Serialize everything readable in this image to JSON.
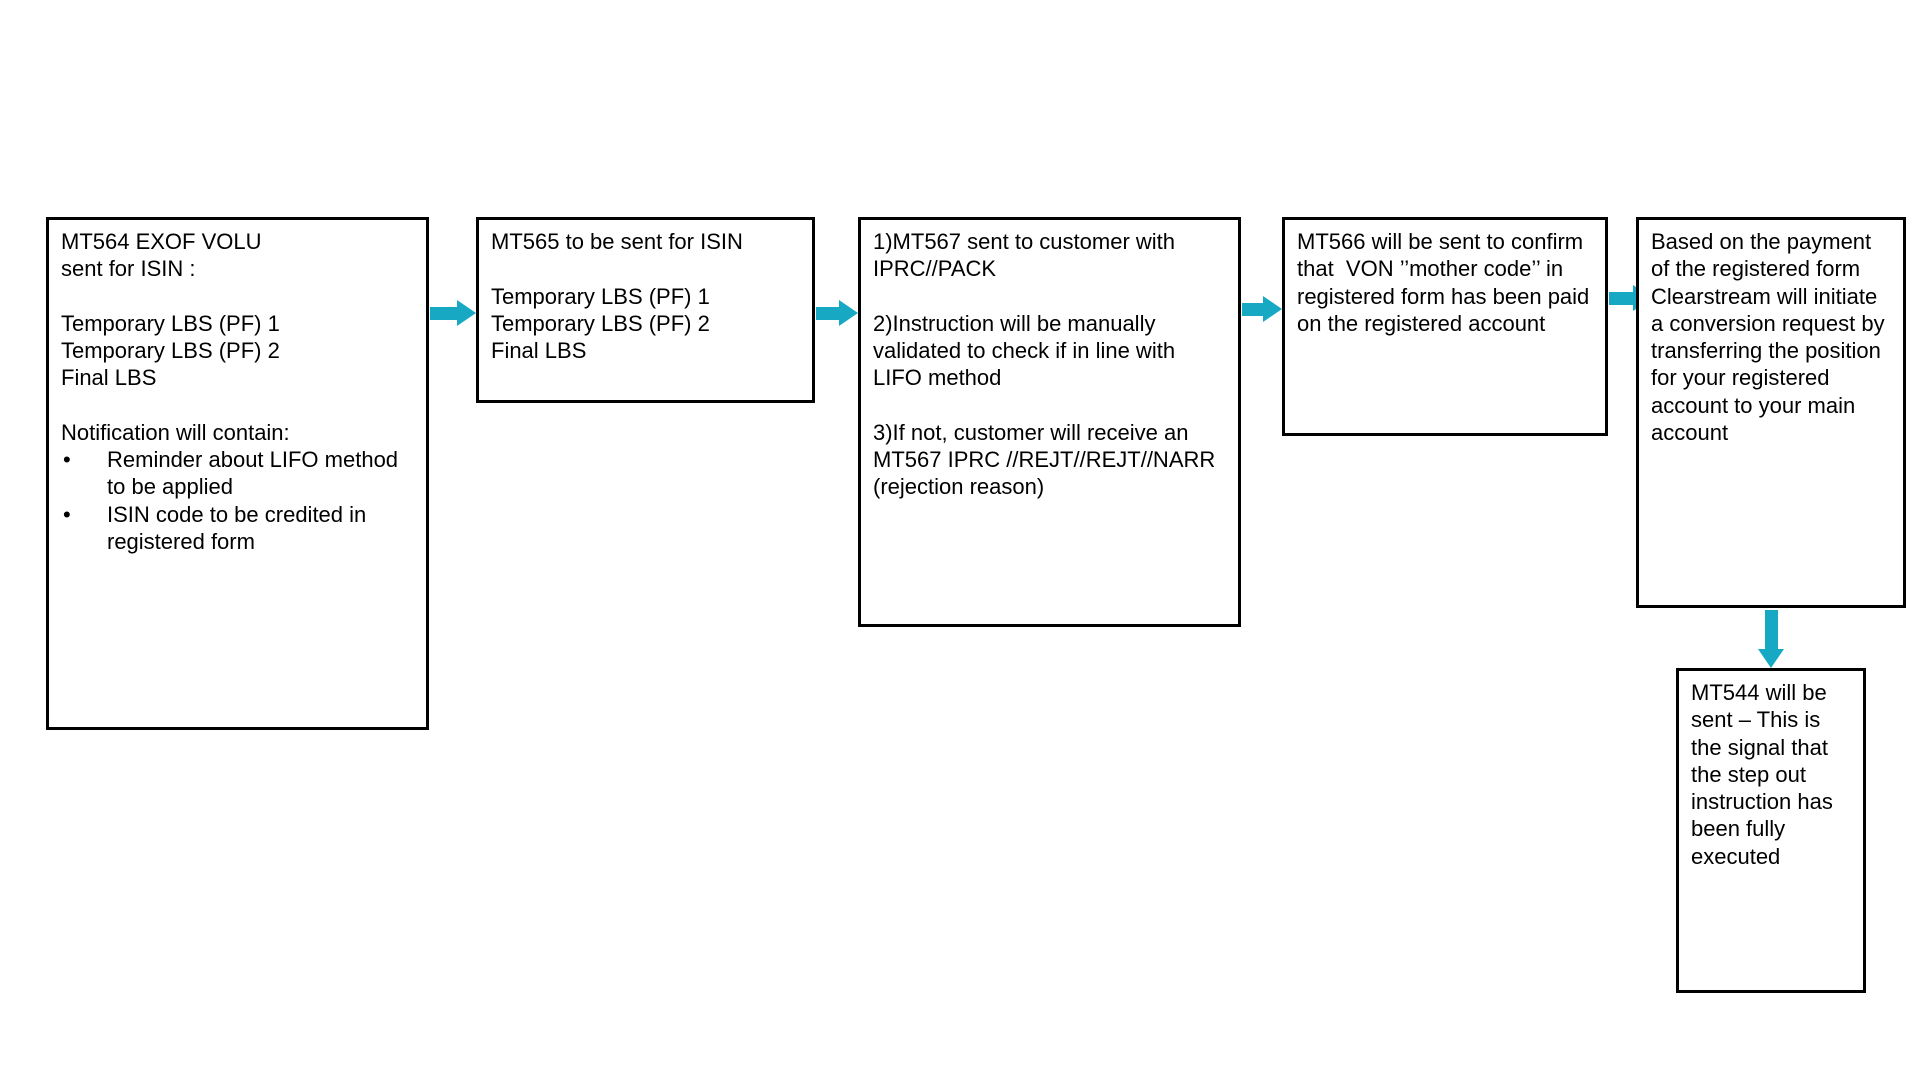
{
  "diagram": {
    "type": "flowchart",
    "orientation": "left-to-right",
    "accent_color": "#17a9c4",
    "box_border_color": "#000000",
    "box_fill_color": "#ffffff",
    "text_color": "#000000"
  },
  "boxes": {
    "notification": {
      "line1": "MT564 EXOF VOLU",
      "line2": "sent for ISIN :",
      "line3": "Temporary LBS (PF) 1",
      "line4": "Temporary LBS (PF) 2",
      "line5": "Final LBS",
      "line6": "Notification will contain:",
      "bullet_glyph": "•",
      "bullet1": "Reminder about LIFO method to be applied",
      "bullet2": "ISIN code to be credited in registered form"
    },
    "instruction": {
      "line1": "MT565 to be sent for ISIN",
      "line2": "Temporary LBS (PF) 1",
      "line3": "Temporary LBS (PF) 2",
      "line4": "Final LBS"
    },
    "status": {
      "item1": "1)MT567 sent to customer with IPRC//PACK",
      "item2": "2)Instruction will be manually validated to check if in line with LIFO method",
      "item3": "3)If not, customer will receive an MT567 IPRC //REJT//REJT//NARR (rejection reason)"
    },
    "confirm": {
      "text": "MT566 will be sent to confirm that  VON ’’mother code’’ in registered form has been paid on the registered account"
    },
    "conversion": {
      "text": "Based on the payment of the registered form Clearstream will initiate a conversion request by transferring the position for your registered account to your main account"
    },
    "settlement": {
      "text": "MT544 will be sent – This is the signal that the step out instruction has been fully executed"
    }
  },
  "arrows": [
    {
      "name": "notification-to-instruction",
      "direction": "right"
    },
    {
      "name": "instruction-to-status",
      "direction": "right"
    },
    {
      "name": "status-to-confirm",
      "direction": "right"
    },
    {
      "name": "confirm-to-conversion",
      "direction": "right"
    },
    {
      "name": "conversion-to-settlement",
      "direction": "down"
    }
  ]
}
